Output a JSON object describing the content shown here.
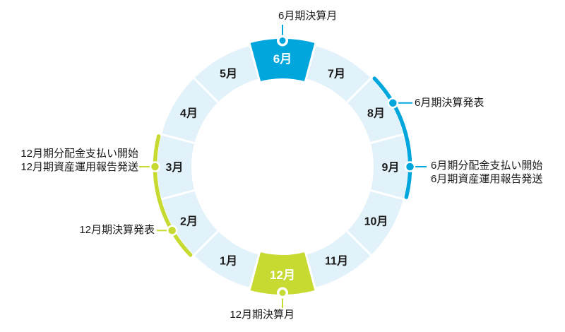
{
  "diagram": {
    "months": [
      {
        "label": "6月",
        "highlight": "blue"
      },
      {
        "label": "7月"
      },
      {
        "label": "8月"
      },
      {
        "label": "9月"
      },
      {
        "label": "10月"
      },
      {
        "label": "11月"
      },
      {
        "label": "12月",
        "highlight": "green"
      },
      {
        "label": "1月"
      },
      {
        "label": "2月"
      },
      {
        "label": "3月"
      },
      {
        "label": "4月"
      },
      {
        "label": "5月"
      }
    ],
    "colors": {
      "blue": "#00A6DC",
      "green": "#C6DA32",
      "ring": "#E1F2FA",
      "divider": "#FFFFFF",
      "text": "#1A1A1A",
      "highlight_label": "#FFFFFF"
    },
    "annotations": {
      "june_closing_month": {
        "text": "6月期決算月"
      },
      "june_results_announcement": {
        "text": "6月期決算発表"
      },
      "june_payout": {
        "line1": "6月期分配金支払い開始",
        "line2": "6月期資産運用報告発送"
      },
      "dec_payout": {
        "line1": "12月期分配金支払い開始",
        "line2": "12月期資産運用報告発送"
      },
      "dec_results_announcement": {
        "text": "12月期決算発表"
      },
      "dec_closing_month": {
        "text": "12月期決算月"
      }
    }
  }
}
